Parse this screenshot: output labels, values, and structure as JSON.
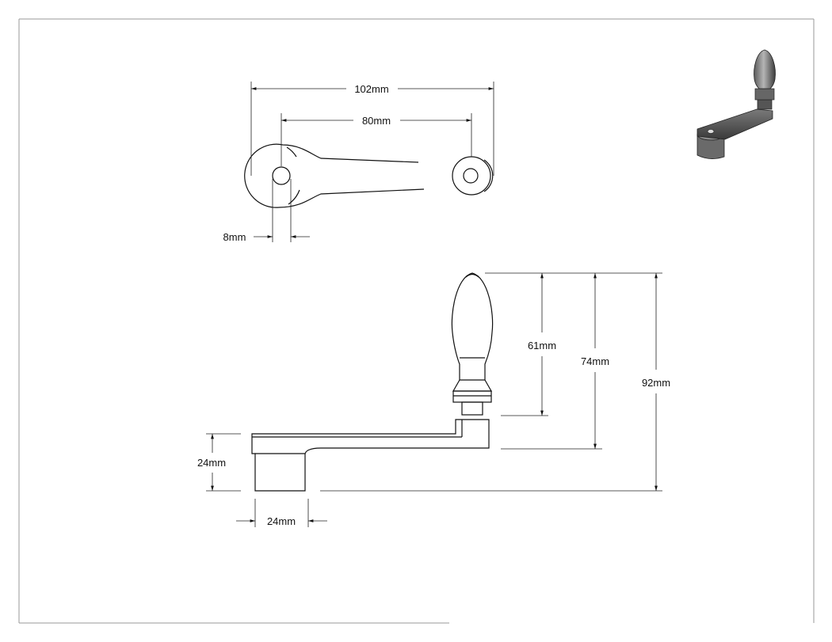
{
  "dimensions": {
    "top_overall": "102mm",
    "top_center": "80mm",
    "top_hole": "8mm",
    "side_handle": "61mm",
    "side_middle": "74mm",
    "side_overall": "92mm",
    "side_hub_height": "24mm",
    "side_hub_width": "24mm"
  },
  "colors": {
    "line": "#111111",
    "frame": "#888888",
    "shade_light": "#9a9a9a",
    "shade_dark": "#3a3a3a"
  }
}
